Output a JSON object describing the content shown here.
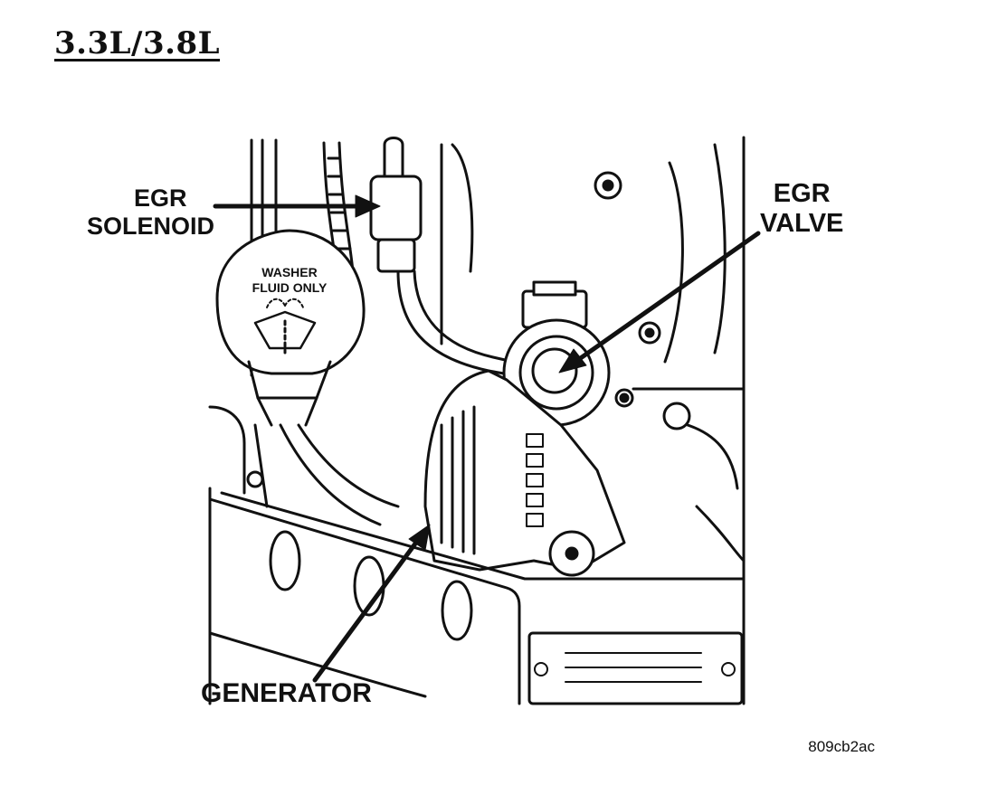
{
  "title": "3.3L/3.8L",
  "labels": {
    "egr_solenoid_line1": "EGR",
    "egr_solenoid_line2": "SOLENOID",
    "egr_valve_line1": "EGR",
    "egr_valve_line2": "VALVE",
    "generator": "GENERATOR"
  },
  "cap_text": {
    "line1": "WASHER",
    "line2": "FLUID ONLY"
  },
  "figure_code": "809cb2ac"
}
